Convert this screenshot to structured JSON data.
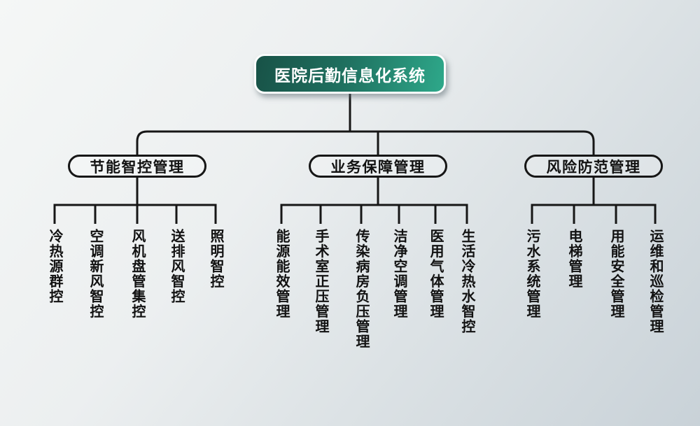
{
  "title": "医院后勤信息化系统",
  "colors": {
    "root_gradient_start": "#185247",
    "root_gradient_end": "#2ea88a",
    "line": "#161616",
    "background_start": "#f5f7f6",
    "background_end": "#c9d2d8",
    "root_text": "#ffffff",
    "node_text": "#121212"
  },
  "branches": [
    {
      "label": "节能智控管理",
      "children": [
        "冷热源群控",
        "空调新风智控",
        "风机盘管集控",
        "送排风智控",
        "照明智控"
      ]
    },
    {
      "label": "业务保障管理",
      "children": [
        "能源能效管理",
        "手术室正压管理",
        "传染病房负压管理",
        "洁净空调管理",
        "医用气体管理",
        "生活冷热水智控"
      ]
    },
    {
      "label": "风险防范管理",
      "children": [
        "污水系统管理",
        "电梯管理",
        "用能安全管理",
        "运维和巡检管理"
      ]
    }
  ]
}
